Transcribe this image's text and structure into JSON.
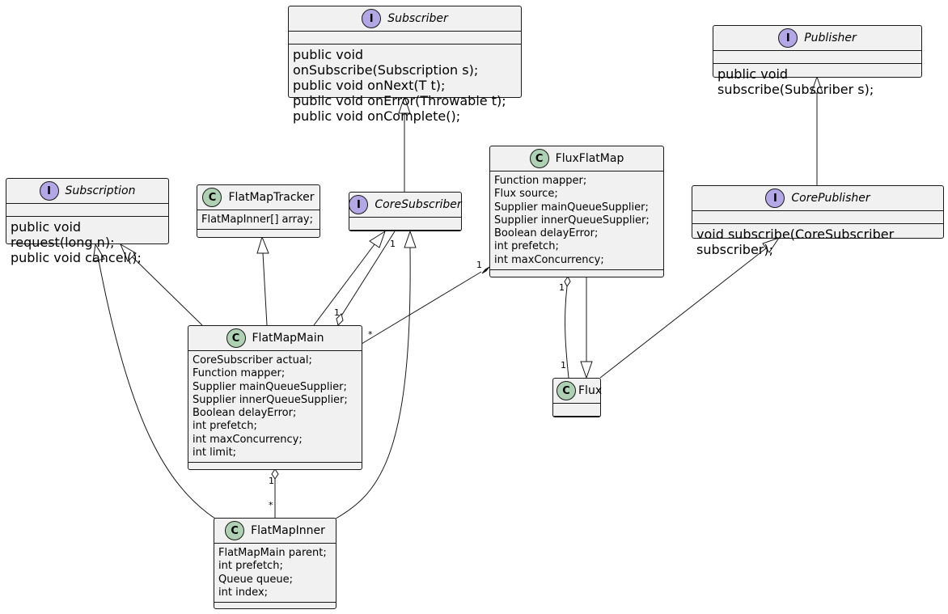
{
  "classes": {
    "subscriber": {
      "name": "Subscriber",
      "kind": "I",
      "members": [],
      "methods": [
        "public void onSubscribe(Subscription s);",
        "public void onNext(T t);",
        "public void onError(Throwable t);",
        "public void onComplete();"
      ]
    },
    "publisher": {
      "name": "Publisher",
      "kind": "I",
      "members": [],
      "methods": [
        "public void subscribe(Subscriber s);"
      ]
    },
    "subscription": {
      "name": "Subscription",
      "kind": "I",
      "members": [],
      "methods": [
        "public void request(long n);",
        "public void cancel();"
      ]
    },
    "flatmaptracker": {
      "name": "FlatMapTracker",
      "kind": "C",
      "members": [
        "FlatMapInner[] array;"
      ],
      "methods": []
    },
    "coresubscriber": {
      "name": "CoreSubscriber",
      "kind": "I",
      "members": [],
      "methods": []
    },
    "fluxflatmap": {
      "name": "FluxFlatMap",
      "kind": "C",
      "members": [
        "Function mapper;",
        "Flux source;",
        "Supplier mainQueueSupplier;",
        "Supplier innerQueueSupplier;",
        "Boolean delayError;",
        "int prefetch;",
        "int maxConcurrency;"
      ],
      "methods": []
    },
    "corepublisher": {
      "name": "CorePublisher",
      "kind": "I",
      "members": [],
      "methods": [
        "void subscribe(CoreSubscriber subscriber);"
      ]
    },
    "flatmapmain": {
      "name": "FlatMapMain",
      "kind": "C",
      "members": [
        "CoreSubscriber actual;",
        "Function mapper;",
        "Supplier mainQueueSupplier;",
        "Supplier innerQueueSupplier;",
        "Boolean delayError;",
        "int prefetch;",
        "int maxConcurrency;",
        "int limit;"
      ],
      "methods": []
    },
    "flux": {
      "name": "Flux",
      "kind": "C",
      "members": [],
      "methods": []
    },
    "flatmapinner": {
      "name": "FlatMapInner",
      "kind": "C",
      "members": [
        "FlatMapMain parent;",
        "int prefetch;",
        "Queue queue;",
        "int index;"
      ],
      "methods": []
    }
  },
  "multiplicities": {
    "coresubscriber_1": "1",
    "flatmapmain_1": "1",
    "fluxflatmap_1": "1",
    "flatmapmain_star": "*",
    "fluxflatmap_agg_1": "1",
    "flux_1": "1",
    "flatmapmain_inner_1": "1",
    "flatmapinner_star": "*"
  },
  "colors": {
    "background": "#ffffff",
    "box_fill": "#f1f1f1",
    "border": "#181818",
    "class_badge": "#add1b2",
    "interface_badge": "#b4a7e5"
  }
}
